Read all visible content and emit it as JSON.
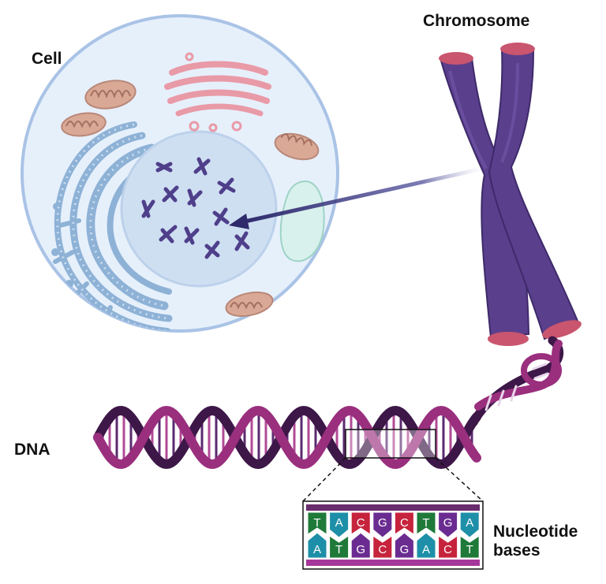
{
  "labels": {
    "cell": "Cell",
    "chromosome": "Chromosome",
    "dna": "DNA",
    "nucleotide_line1": "Nucleotide",
    "nucleotide_line2": "bases"
  },
  "bases": {
    "top": [
      "T",
      "A",
      "C",
      "G",
      "C",
      "T",
      "G",
      "A"
    ],
    "bottom": [
      "A",
      "T",
      "G",
      "C",
      "G",
      "A",
      "C",
      "T"
    ]
  },
  "colors": {
    "T": "#1f7a3a",
    "A": "#1e8fa8",
    "C": "#c6233c",
    "G": "#6a2c91",
    "dna_strand_a": "#9a2f7e",
    "dna_strand_b": "#3d1748",
    "chromosome": "#5a3f8c",
    "chromosome_tip": "#c9556e",
    "cell_fill": "#e6f0fb",
    "cell_border": "#a9c3e6"
  }
}
